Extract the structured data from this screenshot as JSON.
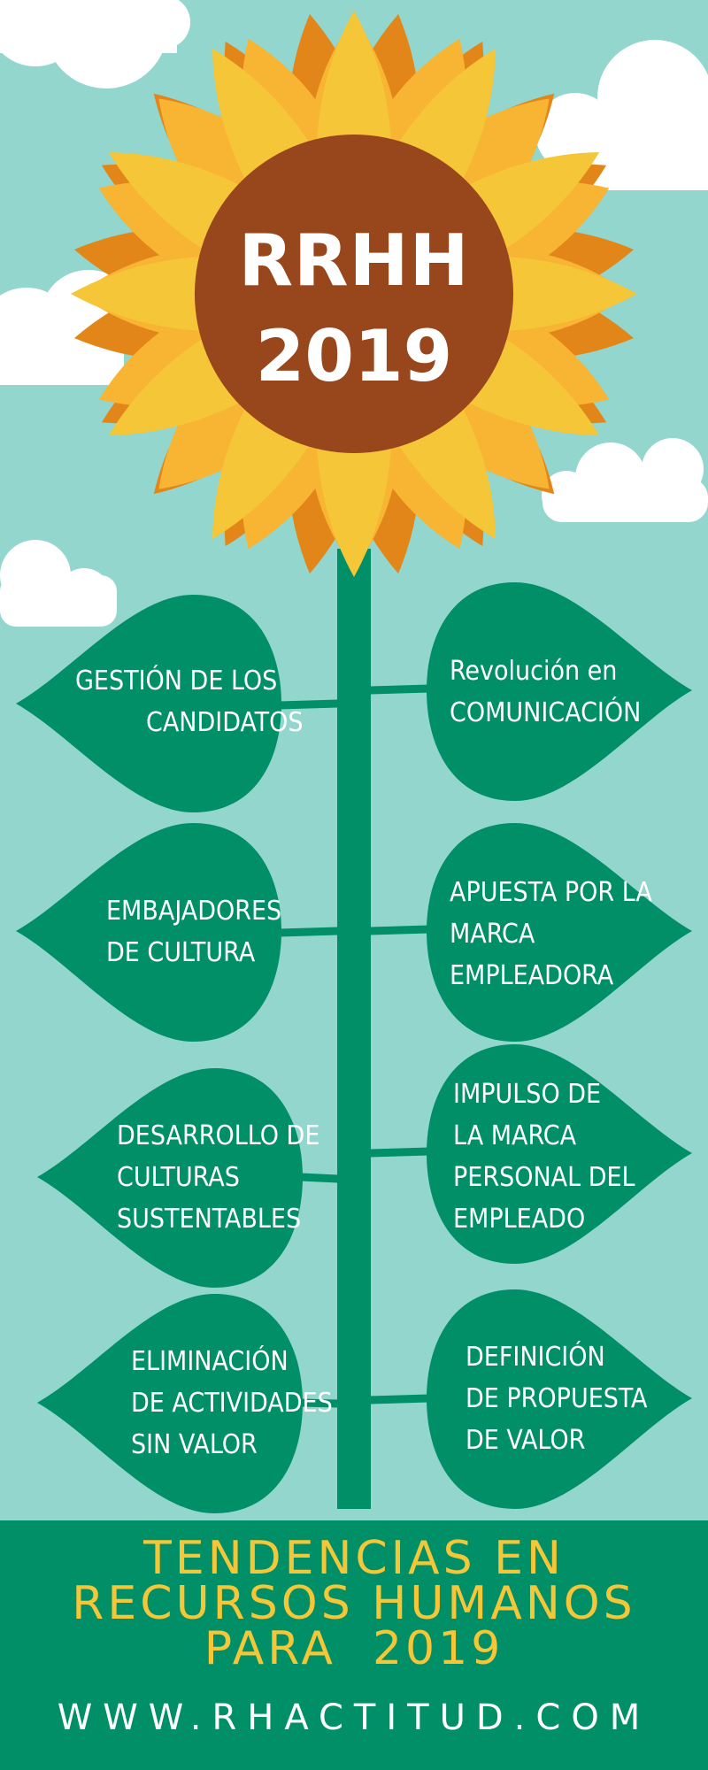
{
  "colors": {
    "sky": "#93d6cd",
    "cloud": "#ffffff",
    "petal_dark": "#e2861a",
    "petal_mid": "#f8b433",
    "petal_light": "#f5c637",
    "center": "#98461c",
    "leaf": "#008f67",
    "footer_title": "#f5c637"
  },
  "sunflower": {
    "line1": "RRHH",
    "line2": "2019"
  },
  "leaves": [
    {
      "lines": [
        "GESTIÓN DE LOS",
        "CANDIDATOS"
      ]
    },
    {
      "lines": [
        "Revolución en",
        "COMUNICACIÓN"
      ]
    },
    {
      "lines": [
        "EMBAJADORES",
        "DE CULTURA"
      ]
    },
    {
      "lines": [
        "APUESTA POR LA",
        "MARCA",
        "EMPLEADORA"
      ]
    },
    {
      "lines": [
        "DESARROLLO DE",
        "CULTURAS",
        "SUSTENTABLES"
      ]
    },
    {
      "lines": [
        "IMPULSO DE",
        "LA MARCA",
        "PERSONAL DEL",
        "EMPLEADO"
      ]
    },
    {
      "lines": [
        "ELIMINACIÓN",
        "DE ACTIVIDADES",
        "SIN VALOR"
      ]
    },
    {
      "lines": [
        "DEFINICIÓN",
        "DE PROPUESTA",
        "DE VALOR"
      ]
    }
  ],
  "footer": {
    "title_lines": [
      "TENDENCIAS EN",
      "RECURSOS HUMANOS",
      "PARA  2019"
    ],
    "url": "WWW.RHACTITUD.COM"
  }
}
